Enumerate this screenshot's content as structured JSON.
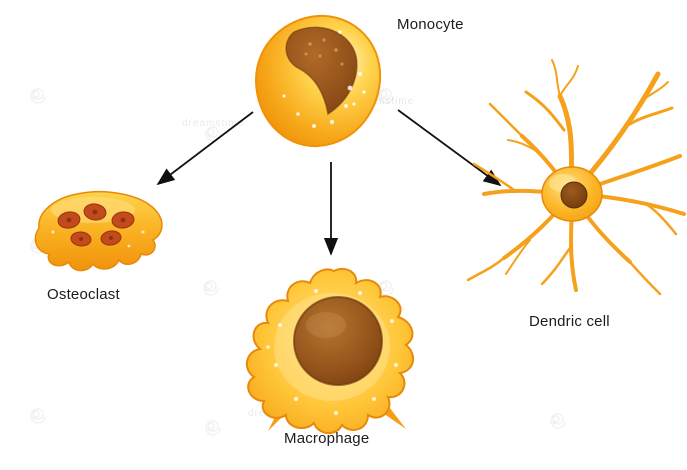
{
  "diagram": {
    "type": "cell-differentiation",
    "nodes": {
      "monocyte": {
        "label": "Monocyte"
      },
      "osteoclast": {
        "label": "Osteoclast"
      },
      "macrophage": {
        "label": "Macrophage"
      },
      "dendritic": {
        "label": "Dendric cell"
      }
    },
    "edges": [
      {
        "from": "monocyte",
        "to": "osteoclast"
      },
      {
        "from": "monocyte",
        "to": "macrophage"
      },
      {
        "from": "monocyte",
        "to": "dendritic"
      }
    ],
    "colors": {
      "cell_yellow": "#FFD34D",
      "cell_orange": "#F5A11C",
      "cell_deep_orange": "#EE8E05",
      "nucleus_brown": "#7C3F10",
      "nuclei_red": "#C24A1B",
      "arrow": "#111111",
      "background": "#FFFFFF"
    },
    "watermark": {
      "text": "dreamstime"
    }
  }
}
